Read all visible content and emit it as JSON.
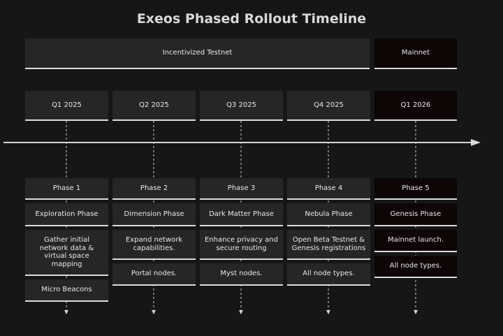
{
  "title": "Exeos Phased Rollout Timeline",
  "stages": [
    {
      "label": "Incentivized Testnet"
    },
    {
      "label": "Mainnet"
    }
  ],
  "quarters": [
    "Q1 2025",
    "Q2 2025",
    "Q3 2025",
    "Q4 2025",
    "Q1 2026"
  ],
  "phases": [
    {
      "phase": "Phase 1",
      "name": "Exploration Phase",
      "desc": "Gather initial network data & virtual space mapping",
      "nodes": "Micro Beacons"
    },
    {
      "phase": "Phase 2",
      "name": "Dimension Phase",
      "desc": "Expand network capabilities.",
      "nodes": "Portal nodes."
    },
    {
      "phase": "Phase 3",
      "name": "Dark Matter Phase",
      "desc": "Enhance privacy and secure routing",
      "nodes": "Myst nodes."
    },
    {
      "phase": "Phase 4",
      "name": "Nebula Phase",
      "desc": "Open Beta Testnet & Genesis registrations",
      "nodes": "All node types."
    },
    {
      "phase": "Phase 5",
      "name": "Genesis Phase",
      "desc": "Mainnet launch.",
      "nodes": "All node types."
    }
  ],
  "colors": {
    "background": "#161616",
    "box": "#262626",
    "mainnet_box": "#0d0506",
    "underline": "#dcdcdc"
  }
}
